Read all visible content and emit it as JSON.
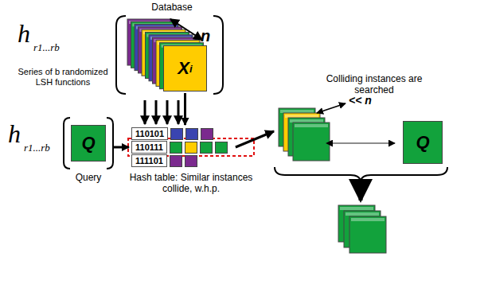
{
  "diagram": {
    "nodes": [
      {
        "text": [
          "X",
          "i"
        ]
      },
      {
        "text": [
          "Hash table: Similar instances collide, w.h.p."
        ]
      },
      {
        "text": [
          "110101"
        ],
        "in": 1
      },
      {
        "text": [
          "110111"
        ],
        "in": 1
      },
      {
        "text": [
          "111101"
        ],
        "in": 1
      },
      {
        "text": [
          "Q"
        ]
      },
      {
        "text": [
          "Q"
        ]
      }
    ],
    "edges": [
      {
        "from": 0,
        "to": 1,
        "arrow": "to"
      },
      {
        "from": 5,
        "to": 3,
        "arrow": "to"
      }
    ],
    "labels": [
      "Database",
      "n",
      "h",
      "r1...rb",
      "Series of b randomized LSH functions",
      "h",
      "r1...rb",
      "Query",
      "Colliding instances are searched",
      "<< n"
    ]
  }
}
